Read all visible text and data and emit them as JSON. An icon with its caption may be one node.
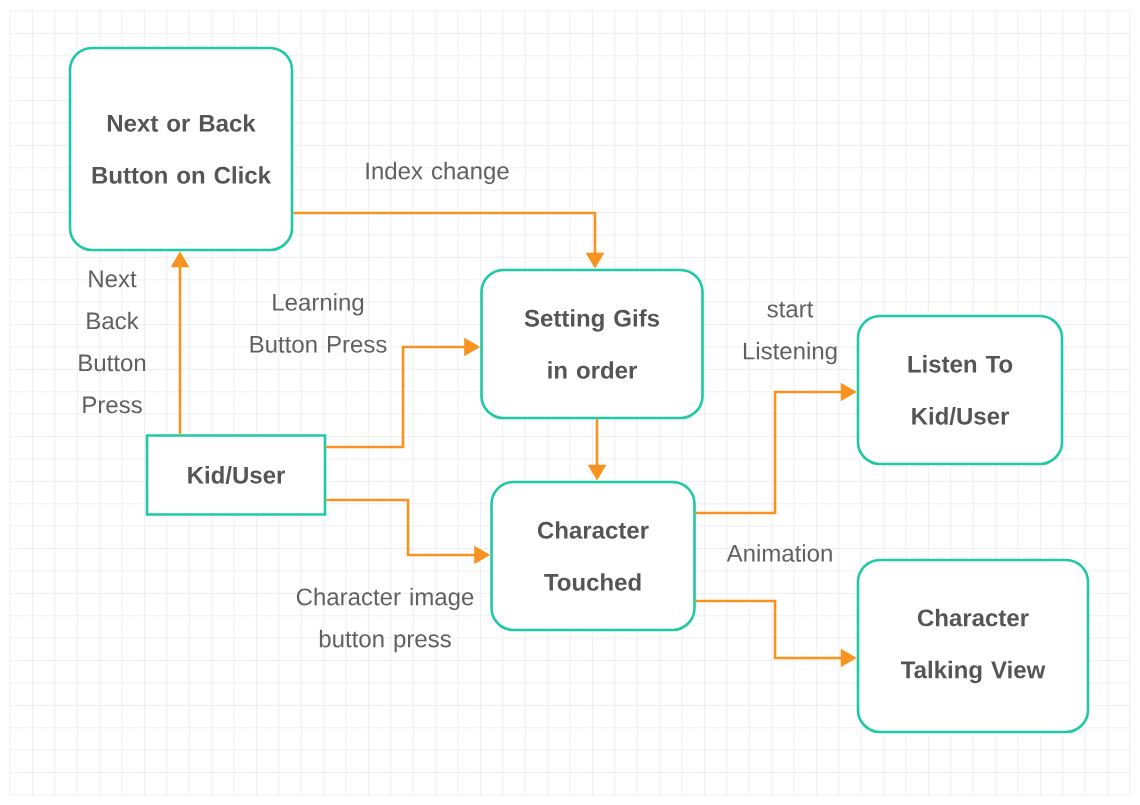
{
  "diagram": {
    "nodes": [
      {
        "text": [
          "Next or Back Button on Click"
        ]
      },
      {
        "text": [
          "Setting Gifs in order"
        ]
      },
      {
        "text": [
          "Kid/User"
        ]
      },
      {
        "text": [
          "Character Touched"
        ]
      },
      {
        "text": [
          "Listen To Kid/User"
        ]
      },
      {
        "text": [
          "Character Talking View"
        ]
      }
    ],
    "edges": [
      {
        "from": 0,
        "to": 1,
        "arrow": "to",
        "label": "Index change"
      },
      {
        "from": 2,
        "to": 0,
        "arrow": "to",
        "label": "Next Back Button Press"
      },
      {
        "from": 2,
        "to": 1,
        "arrow": "to",
        "label": "Learning Button Press"
      },
      {
        "from": 2,
        "to": 3,
        "arrow": "to",
        "label": "Character image button press"
      },
      {
        "from": 1,
        "to": 3,
        "arrow": "to"
      },
      {
        "from": 3,
        "to": 4,
        "arrow": "to",
        "label": "start Listening"
      },
      {
        "from": 3,
        "to": 5,
        "arrow": "to",
        "label": "Animation"
      }
    ]
  }
}
